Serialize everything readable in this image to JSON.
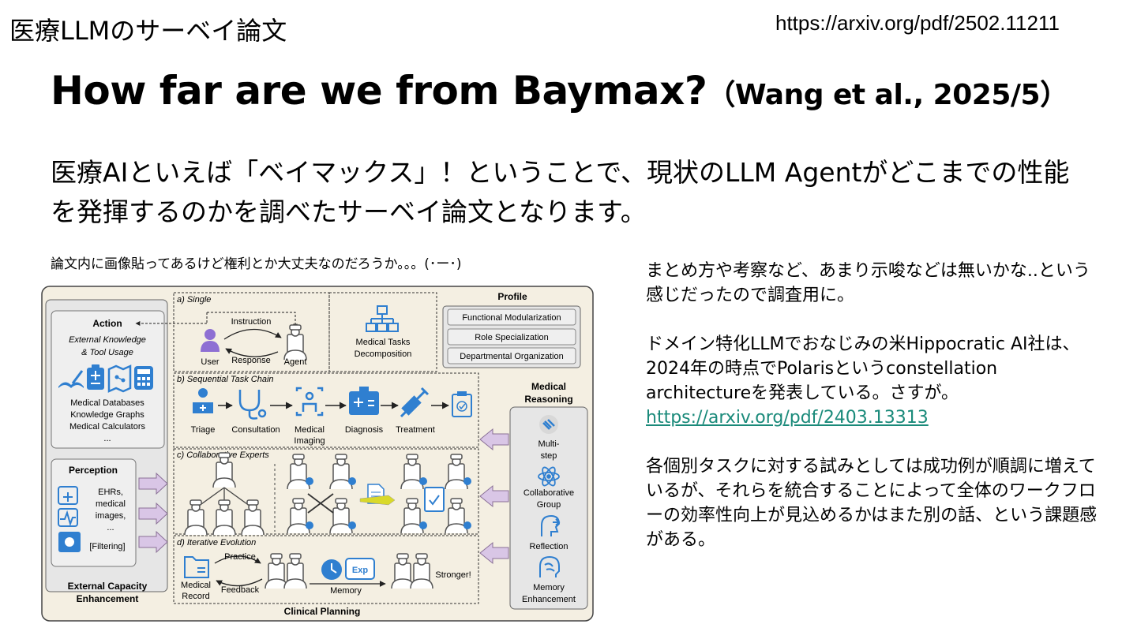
{
  "header": {
    "label": "医療LLMのサーベイ論文",
    "url": "https://arxiv.org/pdf/2502.11211"
  },
  "title": {
    "main": "How far are we from Baymax?",
    "cite": "（Wang et al., 2025/5）"
  },
  "lead": "医療AIといえば「ベイマックス」！ということで、現状のLLM Agentがどこまでの性能を発揮するのかを調べたサーベイ論文となります。",
  "figure_note": "論文内に画像貼ってあるけど権利とか大丈夫なのだろうか。。。(･ー･)",
  "notes": {
    "p1": "まとめ方や考察など、あまり示唆などは無いかな..という感じだったので調査用に。",
    "p2": "ドメイン特化LLMでおなじみの米Hippocratic AI社は、2024年の時点でPolarisというconstellation architectureを発表している。さすが。",
    "p2_link": "https://arxiv.org/pdf/2403.13313",
    "p3": "各個別タスクに対する試みとしては成功例が順調に増えているが、それらを統合することによって全体のワークフローの効率性向上が見込めるかはまた別の話、という課題感がある。"
  },
  "figure": {
    "action": {
      "title": "Action",
      "subtitle1": "External Knowledge",
      "subtitle2": "& Tool Usage",
      "items": [
        "Medical Databases",
        "Knowledge Graphs",
        "Medical Calculators",
        "..."
      ]
    },
    "perception": {
      "title": "Perception",
      "items": [
        "EHRs,",
        "medical",
        "images,",
        "...",
        "[Filtering]"
      ]
    },
    "ext_caption1": "External Capacity",
    "ext_caption2": "Enhancement",
    "single": {
      "label": "a) Single",
      "instruction": "Instruction",
      "response": "Response",
      "user": "User",
      "agent": "Agent"
    },
    "decomp": {
      "line1": "Medical Tasks",
      "line2": "Decomposition"
    },
    "profile": {
      "title": "Profile",
      "items": [
        "Functional Modularization",
        "Role Specialization",
        "Departmental Organization"
      ]
    },
    "sequential": {
      "label": "b) Sequential Task Chain",
      "steps": [
        "Triage",
        "Consultation",
        "Medical",
        "Diagnosis",
        "Treatment"
      ],
      "step3_line2": "Imaging"
    },
    "collab": {
      "label": "c) Collaborative Experts"
    },
    "iterative": {
      "label": "d) Iterative Evolution",
      "practice": "Practice",
      "feedback": "Feedback",
      "record1": "Medical",
      "record2": "Record",
      "memory": "Memory",
      "exp": "Exp",
      "stronger": "Stronger!"
    },
    "planning_caption": "Clinical Planning",
    "reasoning": {
      "title1": "Medical",
      "title2": "Reasoning",
      "items": [
        "Multi-",
        "step",
        "Collaborative",
        "Group",
        "Reflection",
        "Memory",
        "Enhancement"
      ]
    },
    "colors": {
      "blue": "#2f7fd0",
      "panel": "#f4efe2",
      "box": "#e9e9e9",
      "arrow": "#d9c6e6",
      "check": "#2f7fd0"
    }
  }
}
